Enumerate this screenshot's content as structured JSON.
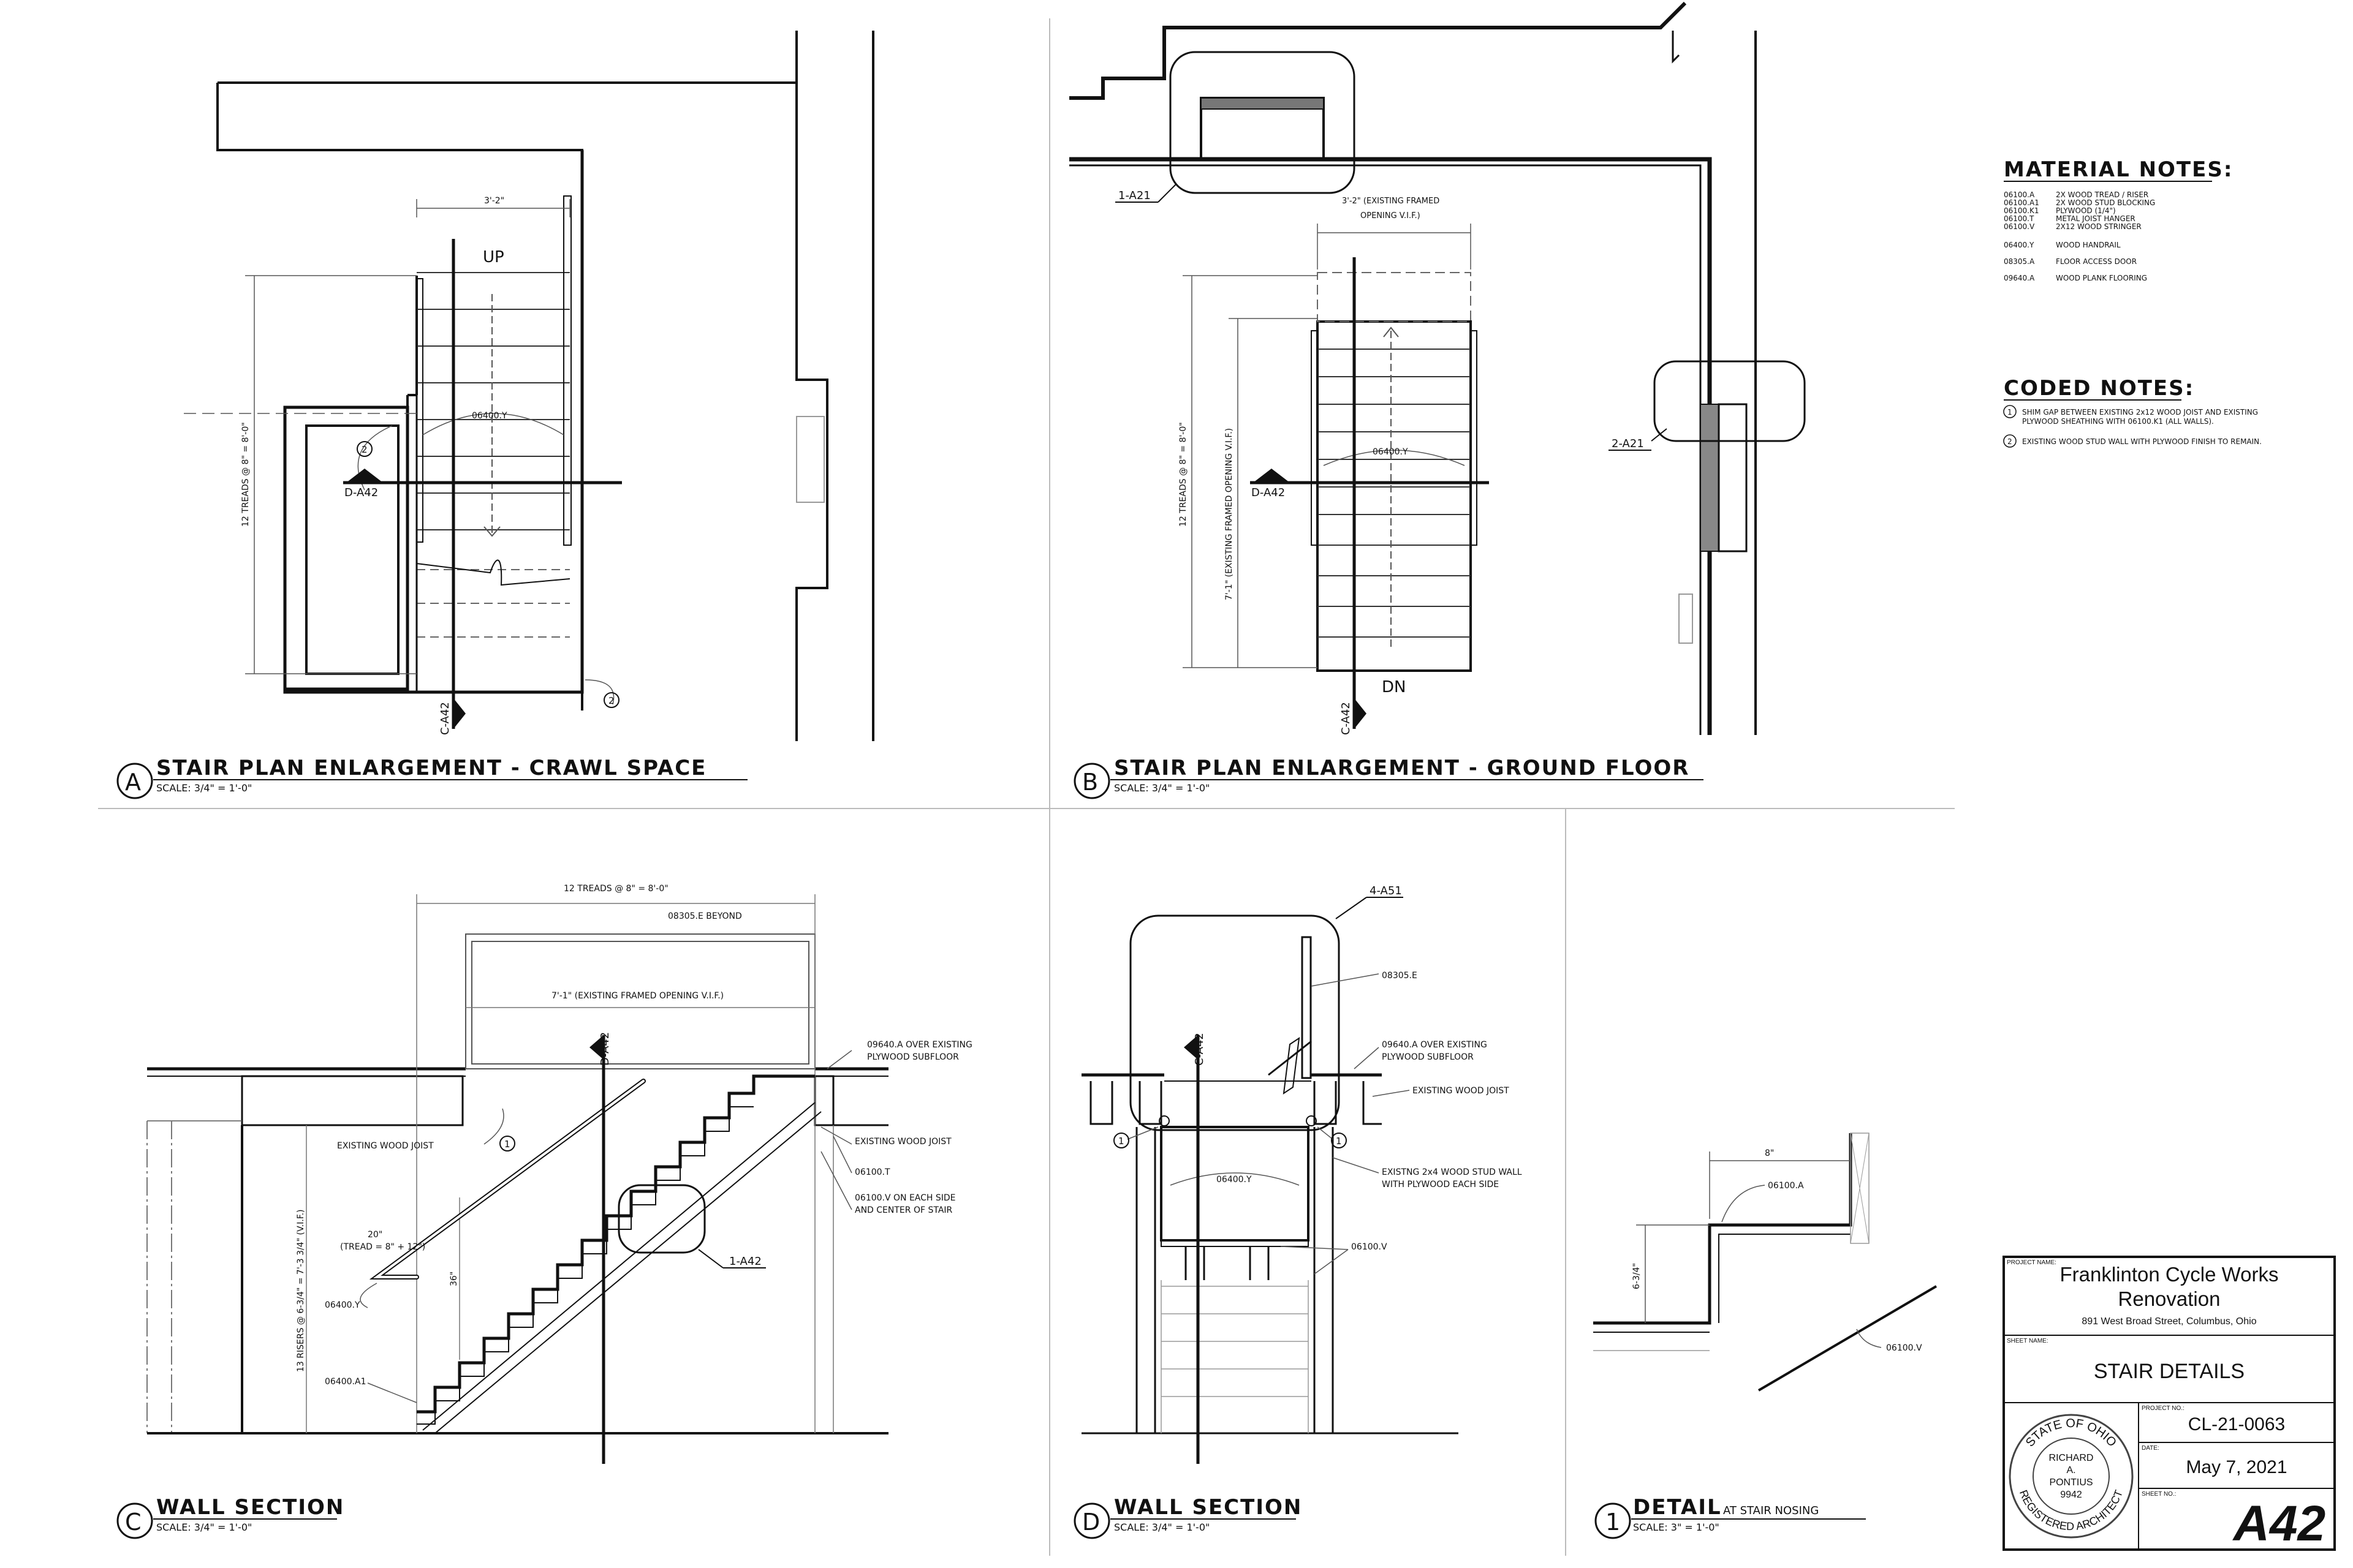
{
  "views": {
    "a": {
      "letter": "A",
      "title": "STAIR PLAN ENLARGEMENT - CRAWL SPACE",
      "scale": "SCALE: 3/4\" = 1'-0\""
    },
    "b": {
      "letter": "B",
      "title": "STAIR PLAN ENLARGEMENT - GROUND FLOOR",
      "scale": "SCALE: 3/4\" = 1'-0\""
    },
    "c": {
      "letter": "C",
      "title": "WALL SECTION",
      "scale": "SCALE: 3/4\" = 1'-0\""
    },
    "d": {
      "letter": "D",
      "title": "WALL SECTION",
      "scale": "SCALE: 3/4\" = 1'-0\""
    },
    "e": {
      "letter": "1",
      "title": "DETAIL",
      "subtitle": "AT STAIR NOSING",
      "scale": "SCALE: 3\" = 1'-0\""
    }
  },
  "plan_a": {
    "up": "UP",
    "width_dim": "3'-2\"",
    "treads_dim": "12 TREADS @ 8\" = 8'-0\"",
    "handrail_tag": "06400.Y",
    "section_d": "D-A42",
    "section_c": "C-A42",
    "note_tags": [
      "2",
      "2"
    ]
  },
  "plan_b": {
    "dn": "DN",
    "width_dim_1": "3'-2\" (EXISTING FRAMED",
    "width_dim_2": "OPENING V.I.F.)",
    "treads_dim": "12 TREADS @ 8\" = 8'-0\"",
    "opening_dim": "7'-1\" (EXISTING FRAMED OPENING V.I.F.)",
    "handrail_tag": "06400.Y",
    "section_d": "D-A42",
    "section_c": "C-A42",
    "callout_1": "1-A21",
    "callout_2": "2-A21"
  },
  "section_c": {
    "treads_dim": "12 TREADS @ 8\" = 8'-0\"",
    "door": "08305.E BEYOND",
    "opening": "7'-1\" (EXISTING FRAMED OPENING V.I.F.)",
    "section_d": "D-A42",
    "flooring_1": "09640.A OVER EXISTING",
    "flooring_2": "PLYWOOD SUBFLOOR",
    "joist_left": "EXISTING WOOD JOIST",
    "joist_right": "EXISTING WOOD JOIST",
    "hanger": "06100.T",
    "stringer_1": "06100.V ON EACH SIDE",
    "stringer_2": "AND CENTER OF STAIR",
    "clearance_1": "20\"",
    "clearance_2": "(TREAD = 8\" + 12\")",
    "handrail_height": "36\"",
    "handrail": "06400.Y",
    "risers": "13 RISERS @ 6-3/4\" = 7'-3 3/4\" (V.I.F.)",
    "blocking": "06400.A1",
    "detail_callout": "1-A42",
    "note_tag": "1"
  },
  "section_d": {
    "callout": "4-A51",
    "section_c": "C-A42",
    "door": "08305.E",
    "flooring_1": "09640.A OVER EXISTING",
    "flooring_2": "PLYWOOD SUBFLOOR",
    "joist": "EXISTING WOOD JOIST",
    "handrail": "06400.Y",
    "wall_1": "EXISTNG 2x4 WOOD STUD WALL",
    "wall_2": "WITH PLYWOOD EACH SIDE",
    "stringer": "06100.V",
    "note_tags": [
      "1",
      "1"
    ]
  },
  "detail_1": {
    "tread_dim": "8\"",
    "riser_dim": "6-3/4\"",
    "tread": "06100.A",
    "stringer": "06100.V"
  },
  "material_notes": {
    "title": "MATERIAL NOTES:",
    "items": [
      {
        "code": "06100.A",
        "desc": "2X WOOD TREAD / RISER"
      },
      {
        "code": "06100.A1",
        "desc": "2X WOOD STUD BLOCKING"
      },
      {
        "code": "06100.K1",
        "desc": "PLYWOOD (1/4\")"
      },
      {
        "code": "06100.T",
        "desc": "METAL JOIST HANGER"
      },
      {
        "code": "06100.V",
        "desc": "2X12 WOOD STRINGER"
      },
      {
        "code": "06400.Y",
        "desc": "WOOD HANDRAIL"
      },
      {
        "code": "08305.A",
        "desc": "FLOOR ACCESS DOOR"
      },
      {
        "code": "09640.A",
        "desc": "WOOD PLANK FLOORING"
      }
    ]
  },
  "coded_notes": {
    "title": "CODED NOTES:",
    "items": [
      {
        "num": "1",
        "line1": "SHIM GAP BETWEEN EXISTING 2x12 WOOD JOIST AND EXISTING",
        "line2": "PLYWOOD SHEATHING WITH 06100.K1 (ALL WALLS)."
      },
      {
        "num": "2",
        "line1": "EXISTING WOOD STUD WALL WITH PLYWOOD FINISH TO REMAIN.",
        "line2": ""
      }
    ]
  },
  "title_block": {
    "project_label": "PROJECT NAME:",
    "project_name_1": "Franklinton Cycle Works",
    "project_name_2": "Renovation",
    "address": "891 West Broad Street, Columbus, Ohio",
    "sheet_label": "SHEET NAME:",
    "sheet_name": "STAIR DETAILS",
    "project_no_label": "PROJECT NO.:",
    "project_no": "CL-21-0063",
    "date_label": "DATE:",
    "date": "May 7, 2021",
    "sheet_no_label": "SHEET NO.:",
    "sheet_no": "A42",
    "seal_top": "STATE OF OHIO",
    "seal_bottom": "REGISTERED ARCHITECT",
    "seal_name_1": "RICHARD",
    "seal_name_2": "A.",
    "seal_name_3": "PONTIUS",
    "seal_number": "9942"
  }
}
